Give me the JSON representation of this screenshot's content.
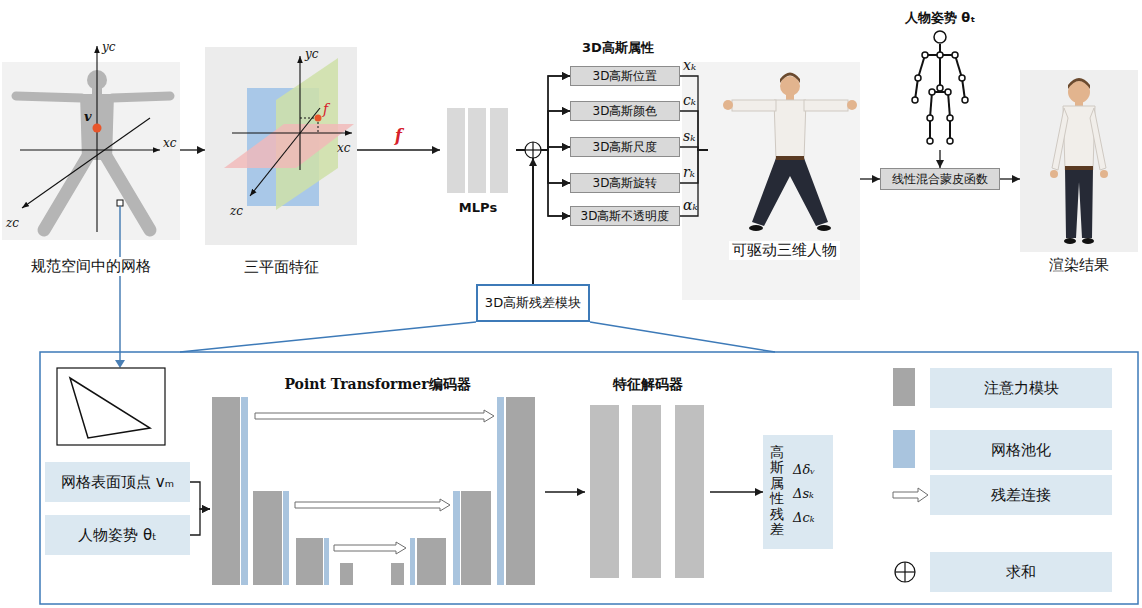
{
  "diagram": {
    "nodes": [
      {
        "text": [
          "规范空间中的网格"
        ]
      },
      {
        "text": [
          "三平面特征"
        ]
      },
      {
        "text": [
          "MLPs"
        ]
      },
      {
        "text": [
          "3D高斯位置"
        ]
      },
      {
        "text": [
          "3D高斯颜色"
        ]
      },
      {
        "text": [
          "3D高斯尺度"
        ]
      },
      {
        "text": [
          "3D高斯旋转"
        ]
      },
      {
        "text": [
          "3D高斯不透明度"
        ]
      },
      {
        "text": [
          "可驱动三维人物"
        ]
      },
      {
        "text": [
          "人物姿势 θₜ"
        ]
      },
      {
        "text": [
          "线性混合蒙皮函数"
        ]
      },
      {
        "text": [
          "渲染结果"
        ]
      },
      {
        "text": [
          "3D高斯残差模块"
        ]
      },
      {
        "text": [
          "网格表面顶点 vₘ"
        ]
      },
      {
        "text": [
          "人物姿势 θₜ"
        ]
      },
      {
        "text": [
          "Point Transformer编码器"
        ]
      },
      {
        "text": [
          "特征解码器"
        ]
      },
      {
        "text": [
          "高斯属性残差",
          "Δδᵥ",
          "Δsₖ",
          "Δcₖ"
        ]
      }
    ],
    "edges": [
      {
        "from": 0,
        "to": 1,
        "arrow": "to"
      },
      {
        "from": 1,
        "to": 2,
        "label": "f",
        "arrow": "to"
      },
      {
        "from": 2,
        "to": 3,
        "arrow": "to"
      },
      {
        "from": 2,
        "to": 4,
        "arrow": "to"
      },
      {
        "from": 2,
        "to": 5,
        "arrow": "to"
      },
      {
        "from": 2,
        "to": 6,
        "arrow": "to"
      },
      {
        "from": 2,
        "to": 7,
        "arrow": "to"
      },
      {
        "from": 12,
        "to": 3,
        "arrow": "to"
      },
      {
        "from": 12,
        "to": 4,
        "arrow": "to"
      },
      {
        "from": 12,
        "to": 5,
        "arrow": "to"
      },
      {
        "from": 12,
        "to": 6,
        "arrow": "to"
      },
      {
        "from": 12,
        "to": 7,
        "arrow": "to"
      },
      {
        "from": 3,
        "to": 8,
        "arrow": "none"
      },
      {
        "from": 4,
        "to": 8,
        "arrow": "none"
      },
      {
        "from": 5,
        "to": 8,
        "arrow": "none"
      },
      {
        "from": 6,
        "to": 8,
        "arrow": "none"
      },
      {
        "from": 7,
        "to": 8,
        "arrow": "none"
      },
      {
        "from": 8,
        "to": 10,
        "arrow": "to"
      },
      {
        "from": 9,
        "to": 10,
        "arrow": "to"
      },
      {
        "from": 10,
        "to": 11,
        "arrow": "to"
      },
      {
        "from": 13,
        "to": 15,
        "arrow": "to"
      },
      {
        "from": 14,
        "to": 15,
        "arrow": "to"
      },
      {
        "from": 15,
        "to": 16,
        "arrow": "to"
      },
      {
        "from": 16,
        "to": 17,
        "arrow": "to"
      }
    ],
    "labels": [
      "3D高斯属性",
      "xₖ",
      "cₖ",
      "sₖ",
      "rₖ",
      "αₖ",
      "yc",
      "xc",
      "zc",
      "v",
      "yc",
      "xc",
      "zc",
      "f"
    ],
    "legend": [
      {
        "text": "注意力模块",
        "color": "#a6a6a6"
      },
      {
        "text": "网格池化",
        "color": "#a9c4de"
      },
      {
        "text": "残差连接"
      },
      {
        "text": "求和"
      }
    ]
  }
}
